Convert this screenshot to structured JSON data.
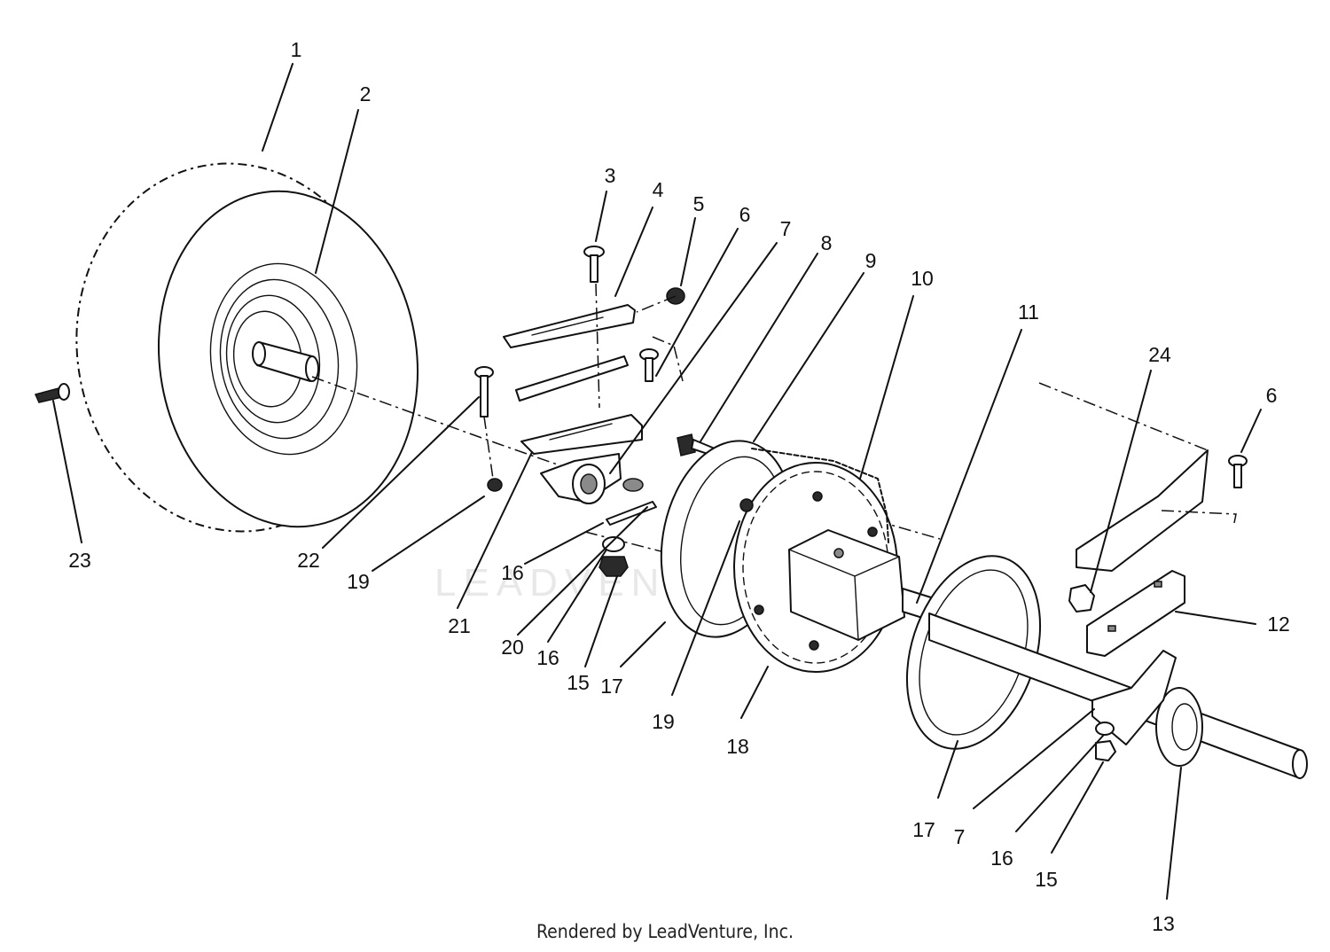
{
  "watermark": "LEADVENTURE",
  "footer": "Rendered by LeadVenture, Inc.",
  "callouts": {
    "c1": "1",
    "c2": "2",
    "c3": "3",
    "c4": "4",
    "c5": "5",
    "c6a": "6",
    "c7a": "7",
    "c8": "8",
    "c9": "9",
    "c10": "10",
    "c11": "11",
    "c24": "24",
    "c6b": "6",
    "c12": "12",
    "c23": "23",
    "c22": "22",
    "c19a": "19",
    "c21": "21",
    "c16a": "16",
    "c20": "20",
    "c16b": "16",
    "c15a": "15",
    "c17a": "17",
    "c19b": "19",
    "c18": "18",
    "c17b": "17",
    "c7b": "7",
    "c16c": "16",
    "c15b": "15",
    "c13": "13"
  }
}
